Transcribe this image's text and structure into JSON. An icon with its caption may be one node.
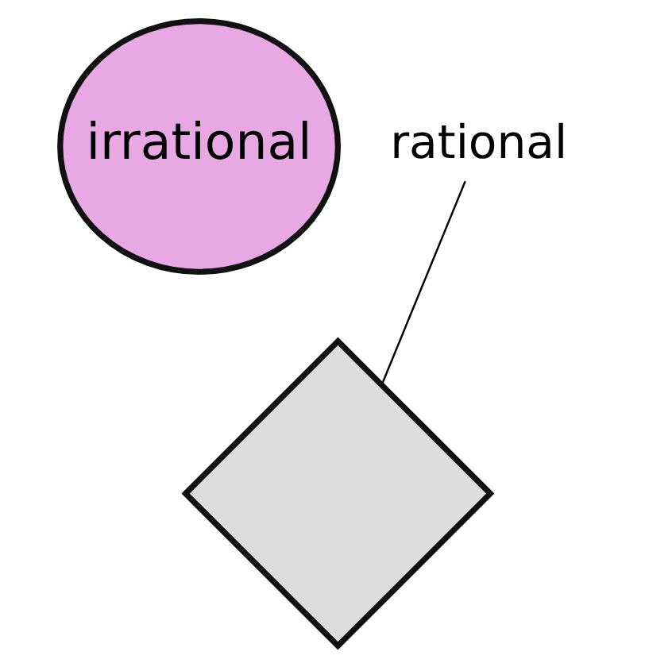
{
  "diagram": {
    "nodes": [
      {
        "text": [],
        "shape": "diamond"
      },
      {
        "text": [
          "irrational"
        ]
      },
      {
        "text": [
          "rational"
        ]
      }
    ],
    "edges": [
      {
        "from": 2,
        "to": 0,
        "arrow": "none"
      }
    ]
  }
}
